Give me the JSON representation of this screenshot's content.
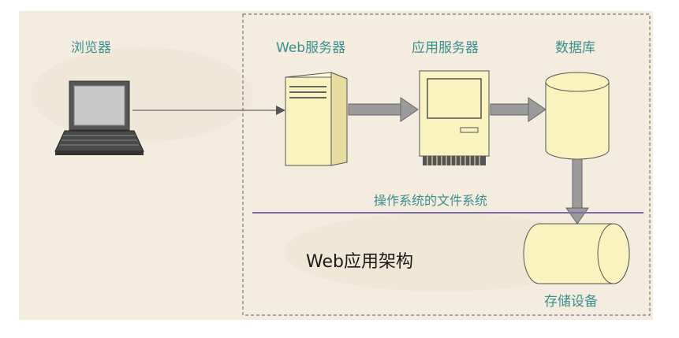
{
  "diagram": {
    "browser_label": "浏览器",
    "web_server_label": "Web服务器",
    "app_server_label": "应用服务器",
    "database_label": "数据库",
    "fs_label": "操作系统的文件系统",
    "title": "Web应用架构",
    "storage_label": "存储设备"
  },
  "colors": {
    "background": "#f4ecdf",
    "node_fill": "#fbf3bf",
    "label_teal": "#3a8f8f",
    "divider": "#7f6aa8",
    "arrow": "#8a8a8a"
  }
}
